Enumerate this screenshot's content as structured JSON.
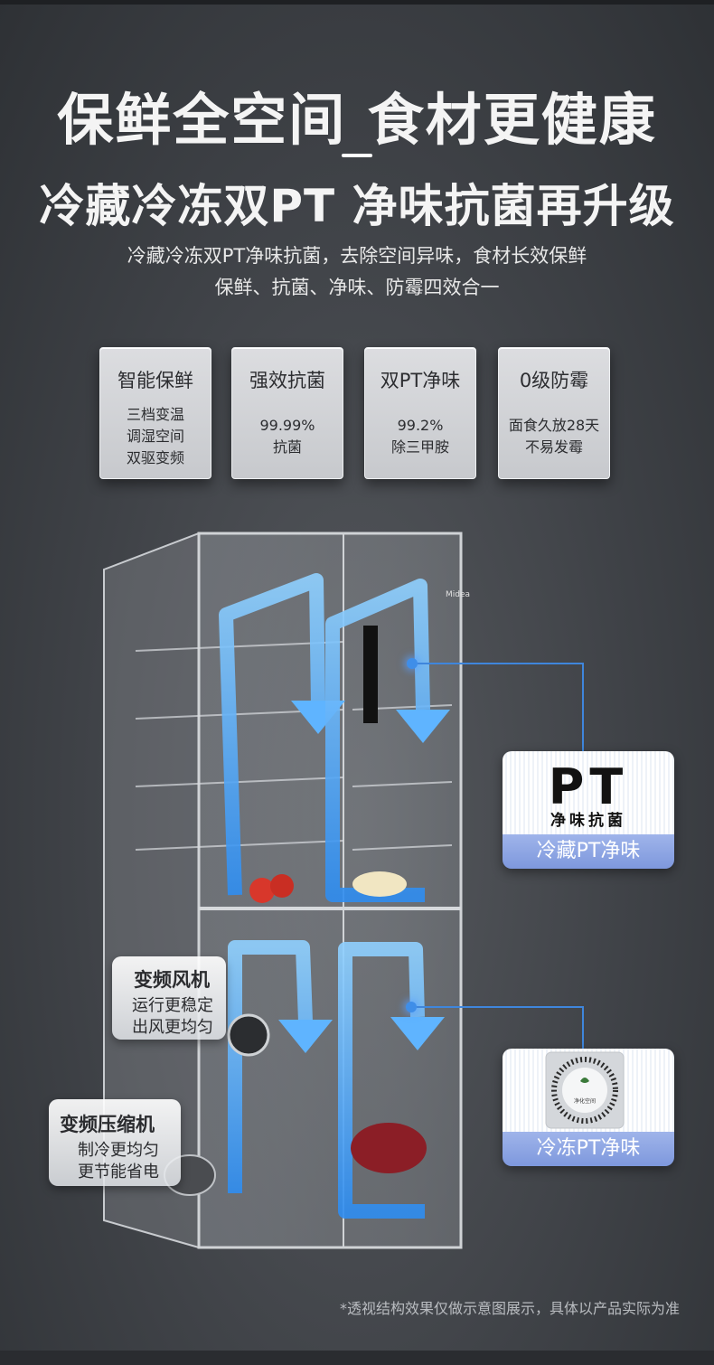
{
  "headline": "保鲜全空间 食材更健康",
  "subheadline": "冷藏冷冻双PT 净味抗菌再升级",
  "description": {
    "line1": "冷藏冷冻双PT净味抗菌，去除空间异味，食材长效保鲜",
    "line2": "保鲜、抗菌、净味、防霉四效合一"
  },
  "cards": [
    {
      "title": "智能保鲜",
      "lines": [
        "三档变温",
        "调湿空间",
        "双驱变频"
      ]
    },
    {
      "title": "强效抗菌",
      "lines": [
        "99.99%",
        "抗菌"
      ]
    },
    {
      "title": "双PT净味",
      "lines": [
        "99.2%",
        "除三甲胺"
      ]
    },
    {
      "title": "0级防霉",
      "lines": [
        "面食久放28天",
        "不易发霉"
      ]
    }
  ],
  "features": {
    "fan": {
      "title": "变频风机",
      "line1": "运行更稳定",
      "line2": "出风更均匀"
    },
    "compressor": {
      "title": "变频压缩机",
      "line1": "制冷更均匀",
      "line2": "更节能省电"
    }
  },
  "panels": {
    "fridge": {
      "big": "PT",
      "small": "净味抗菌",
      "label": "冷藏PT净味"
    },
    "freezer": {
      "label": "冷冻PT净味",
      "badge": "净化空间"
    }
  },
  "brand_mark": "Midea",
  "disclaimer": "*透视结构效果仅做示意图展示，具体以产品实际为准",
  "colors": {
    "accent_blue": "#3f86dc",
    "panel_blue": "#8fa6e4",
    "card_bg": "#d3d5d9"
  }
}
